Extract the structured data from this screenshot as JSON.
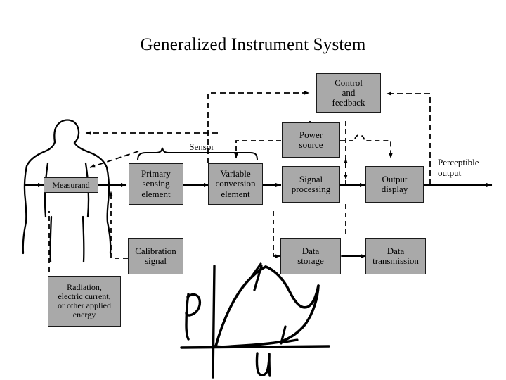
{
  "slide": {
    "title": "Generalized Instrument System",
    "background_color": "#ffffff"
  },
  "diagram": {
    "box_fill_color": "#a9a9a9",
    "box_border_color": "#1a1a1a",
    "line_color": "#000000",
    "ink_color": "#000000",
    "nodes": [
      {
        "id": "control_feedback",
        "label": "Control\nand\nfeedback"
      },
      {
        "id": "power_source",
        "label": "Power\nsource"
      },
      {
        "id": "measurand",
        "label": "Measurand"
      },
      {
        "id": "primary_sensing",
        "label": "Primary\nsensing\nelement"
      },
      {
        "id": "variable_conversion",
        "label": "Variable\nconversion\nelement"
      },
      {
        "id": "signal_processing",
        "label": "Signal\nprocessing"
      },
      {
        "id": "output_display",
        "label": "Output\ndisplay"
      },
      {
        "id": "calibration_signal",
        "label": "Calibration\nsignal"
      },
      {
        "id": "data_storage",
        "label": "Data\nstorage"
      },
      {
        "id": "data_transmission",
        "label": "Data\ntransmission"
      },
      {
        "id": "applied_energy",
        "label": "Radiation,\nelectric current,\nor other applied\nenergy"
      }
    ],
    "labels": [
      {
        "id": "sensor",
        "text": "Sensor"
      },
      {
        "id": "perceptible_output",
        "text": "Perceptible\noutput"
      }
    ]
  },
  "annotation": {
    "type": "handwritten-sketch",
    "y_axis_label": "p",
    "x_axis_label": "u"
  }
}
